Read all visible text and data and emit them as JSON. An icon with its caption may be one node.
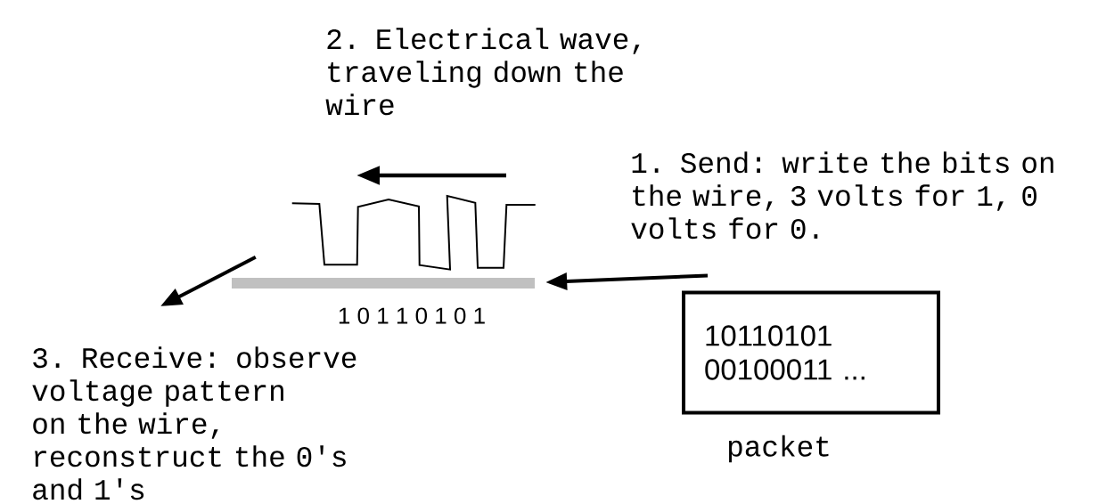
{
  "diagram": {
    "nodes": [
      {
        "text": [],
        "shape": "bar",
        "beside": [
          "1 0 1 1 0 1 0 1"
        ]
      },
      {
        "text": [
          "3. Receive: observe voltage pattern on the wire, reconstruct the 0's and 1's"
        ]
      },
      {
        "text": [
          "10110101 00100011 ..."
        ],
        "beside": [
          "packet"
        ]
      }
    ],
    "edges": [
      {
        "from": 2,
        "to": 0,
        "arrow": "to"
      },
      {
        "from": 0,
        "to": 1,
        "arrow": "to"
      }
    ],
    "labels": [
      "2. Electrical wave, traveling down the wire",
      "1. Send: write the bits on the wire, 3 volts for 1, 0 volts for 0."
    ]
  }
}
